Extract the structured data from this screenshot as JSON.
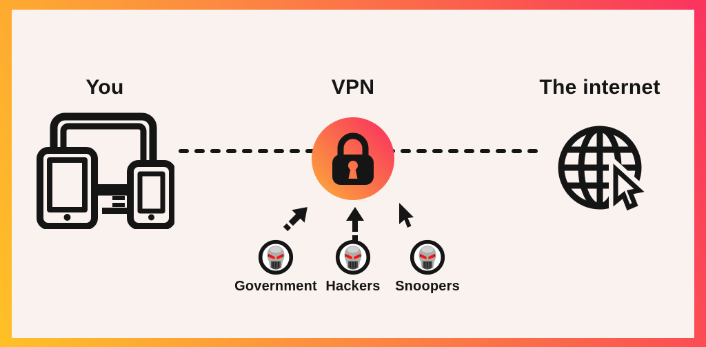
{
  "diagram": {
    "nodes": {
      "you": {
        "label": "You",
        "icon": "devices-icon"
      },
      "vpn": {
        "label": "VPN",
        "icon": "padlock-icon"
      },
      "internet": {
        "label": "The internet",
        "icon": "globe-cursor-icon"
      }
    },
    "connection": {
      "style": "dashed-line",
      "from": "You",
      "to": "The internet",
      "through": "VPN"
    },
    "threats": [
      {
        "label": "Government",
        "icon": "spy-icon",
        "arrow": "up-right"
      },
      {
        "label": "Hackers",
        "icon": "spy-icon",
        "arrow": "up"
      },
      {
        "label": "Snoopers",
        "icon": "spy-icon",
        "arrow": "up-left"
      }
    ],
    "colors": {
      "frame_gradient_start": "#ffc126",
      "frame_gradient_mid": "#fc8a41",
      "frame_gradient_end": "#fb335f",
      "panel_background": "#f9f2ee",
      "ink": "#151515",
      "vpn_circle_gradient_start": "#fcae38",
      "vpn_circle_gradient_end": "#f92a61",
      "spy_eye": "#ff1507"
    }
  }
}
